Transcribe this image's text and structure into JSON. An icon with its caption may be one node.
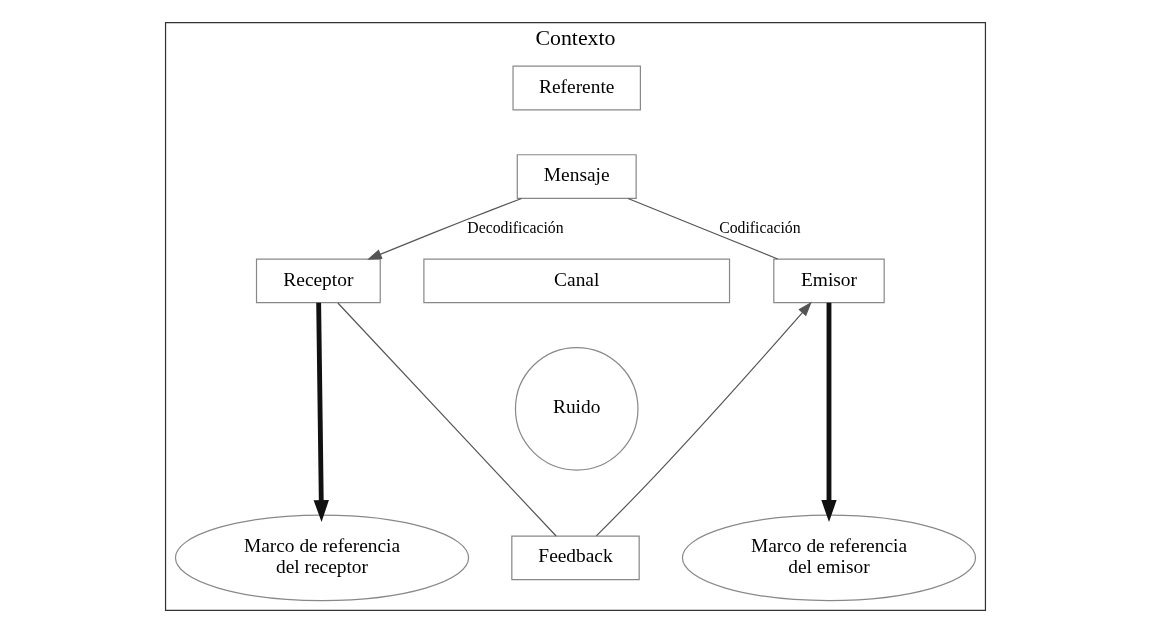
{
  "diagram": {
    "nodes": [
      {
        "text": [
          "Contexto"
        ]
      },
      {
        "text": [
          "Referente"
        ],
        "in": 0
      },
      {
        "text": [
          "Mensaje"
        ],
        "in": 0
      },
      {
        "text": [
          "Emisor"
        ],
        "in": 0
      },
      {
        "text": [
          "Canal"
        ],
        "in": 0
      },
      {
        "text": [
          "Ruido"
        ],
        "in": 0
      },
      {
        "text": [
          "Receptor"
        ],
        "in": 0
      },
      {
        "text": [
          "Feedback"
        ],
        "in": 0
      },
      {
        "text": [
          "Marco de referencia del emisor"
        ],
        "in": 0
      },
      {
        "text": [
          "Marco de referencia del receptor"
        ],
        "in": 0
      }
    ],
    "edges": [
      {
        "from": 3,
        "to": 2,
        "arrow": "none",
        "label": "Codificación"
      },
      {
        "from": 2,
        "to": 6,
        "arrow": "to",
        "label": "Decodificación"
      },
      {
        "from": 6,
        "to": 7,
        "arrow": "none"
      },
      {
        "from": 7,
        "to": 3,
        "arrow": "to"
      },
      {
        "from": 3,
        "to": 8,
        "arrow": "to",
        "style": "thick"
      },
      {
        "from": 6,
        "to": 9,
        "arrow": "to",
        "style": "thick"
      }
    ]
  }
}
